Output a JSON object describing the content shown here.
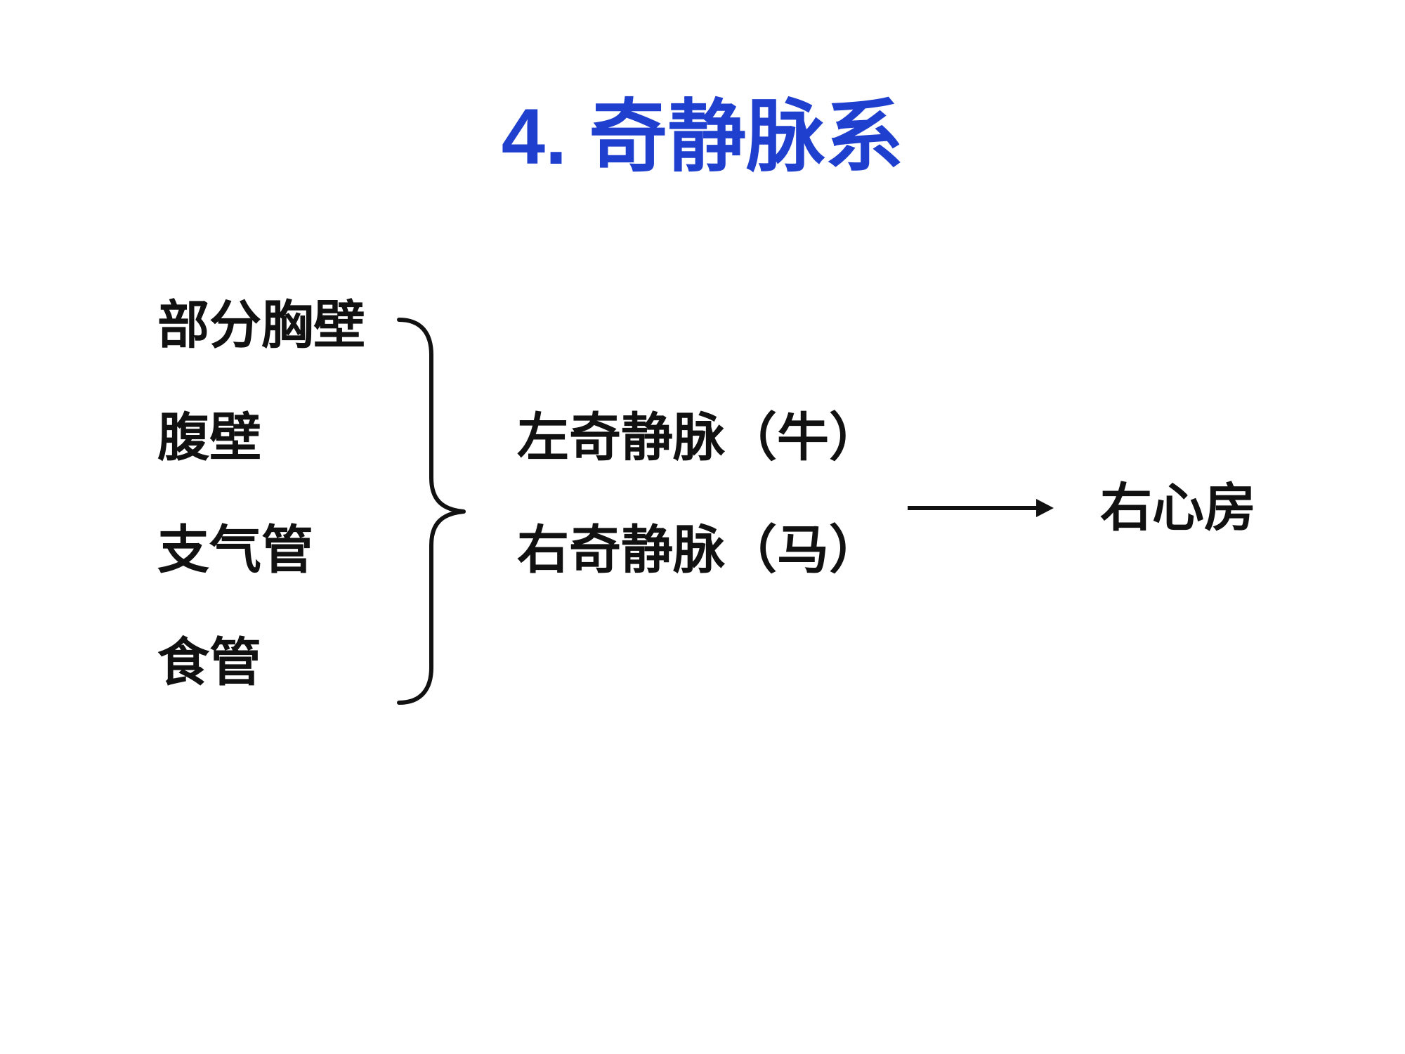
{
  "title": "4. 奇静脉系",
  "sources": [
    "部分胸壁",
    "腹壁",
    "支气管",
    "食管"
  ],
  "veins": [
    "左奇静脉（牛）",
    "右奇静脉（马）"
  ],
  "target": "右心房",
  "colors": {
    "title": "#1f3fcf",
    "text": "#111111"
  },
  "icons": {
    "brace": "right-curly-brace",
    "arrow": "right-arrow"
  }
}
